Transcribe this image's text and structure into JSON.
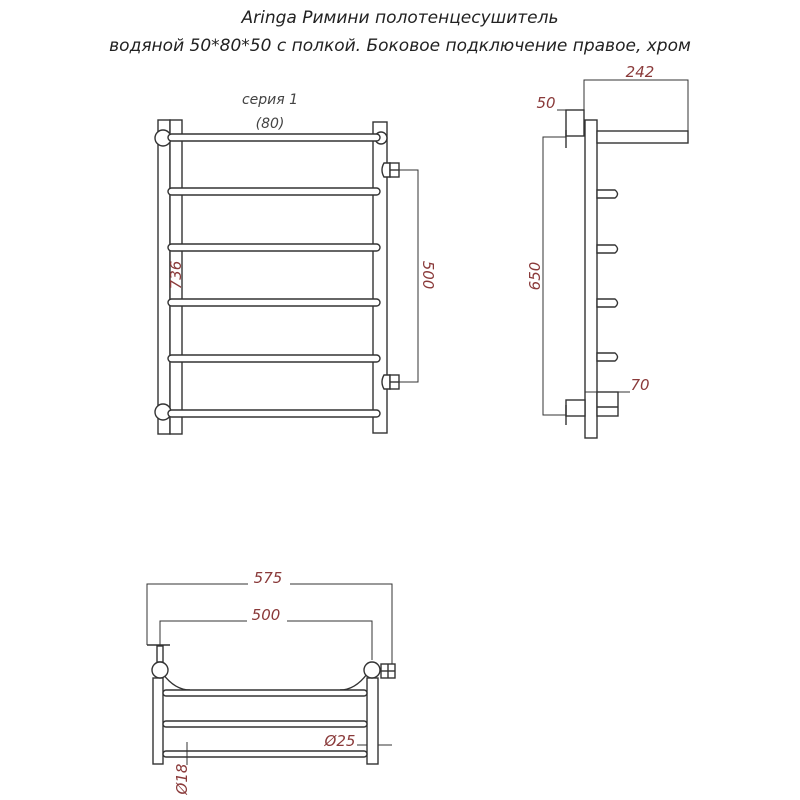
{
  "title": {
    "line1": "Aringa Римини полотенцесушитель",
    "line2": "водяной 50*80*50 с полкой. Боковое подключение правое, хром"
  },
  "front_view": {
    "series_label": "серия 1",
    "series_size": "(80)",
    "height_dim": "736",
    "connection_dim": "500"
  },
  "side_view": {
    "shelf_depth_dim": "242",
    "wall_offset_dim": "50",
    "mount_height_dim": "650",
    "bottom_depth_dim": "70"
  },
  "top_view": {
    "overall_width_dim": "575",
    "axis_width_dim": "500",
    "post_diameter_dim": "Ø25",
    "bar_diameter_dim": "Ø18"
  }
}
